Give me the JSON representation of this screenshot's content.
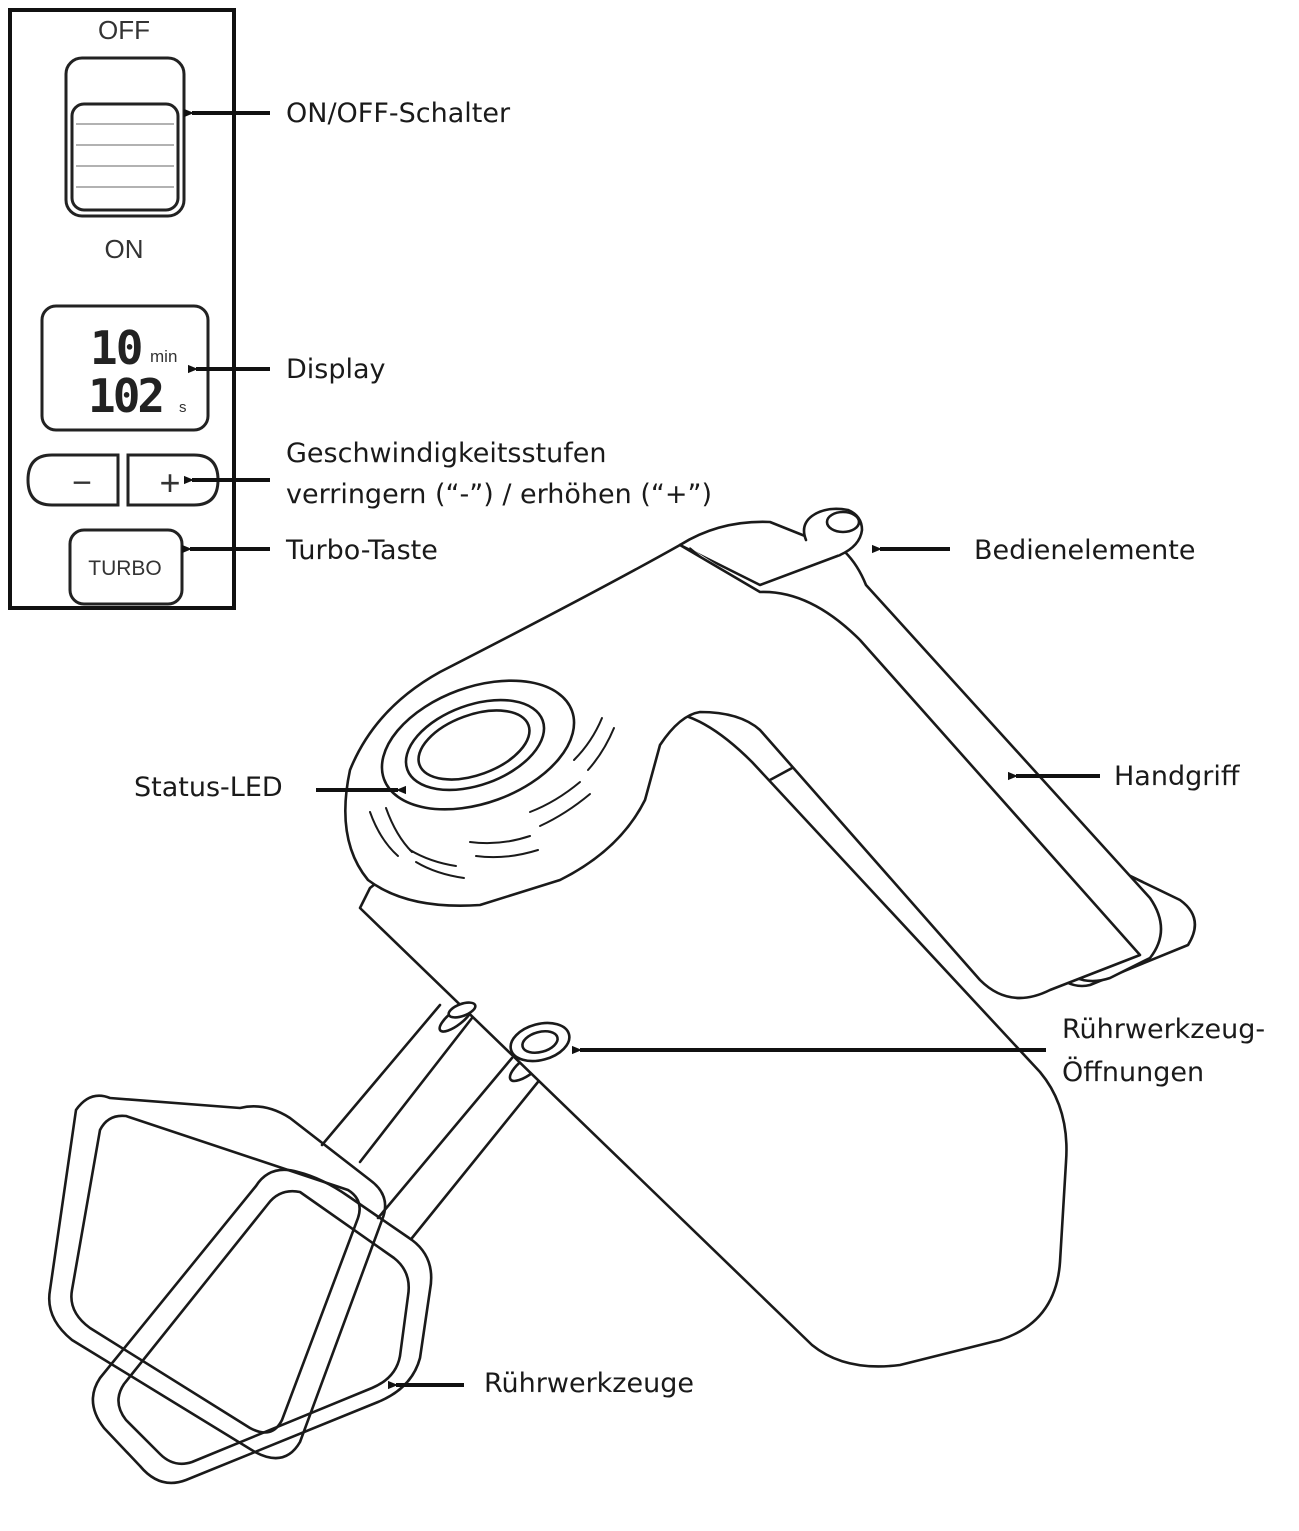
{
  "control_panel": {
    "off_label": "OFF",
    "on_label": "ON",
    "display": {
      "min_value": "10",
      "min_unit": "min",
      "sec_value": "102",
      "sec_unit": "s"
    },
    "minus_symbol": "−",
    "plus_symbol": "+",
    "turbo_label": "TURBO"
  },
  "callouts": {
    "on_off_switch": "ON/OFF-Schalter",
    "display": "Display",
    "speed_line1": "Geschwindigkeitsstufen",
    "speed_line2": "verringern (“-”) / erhöhen (“+”)",
    "turbo": "Turbo-Taste",
    "controls": "Bedienelemente",
    "status_led": "Status-LED",
    "handle": "Handgriff",
    "beater_holes_line1": "Rührwerkzeug-",
    "beater_holes_line2": "Öffnungen",
    "beaters": "Rührwerkzeuge"
  }
}
